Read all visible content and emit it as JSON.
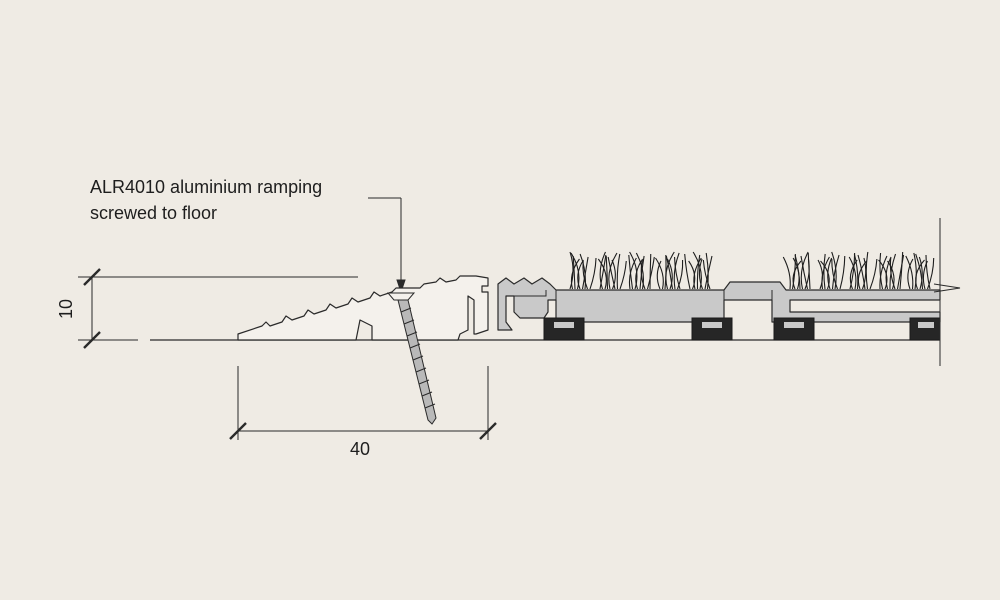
{
  "callout": {
    "line1": "ALR4010 aluminium ramping",
    "line2": "screwed to floor"
  },
  "dimensions": {
    "width_label": "40",
    "height_label": "10"
  },
  "colors": {
    "background": "#efebe4",
    "profile_fill": "#f4f1ec",
    "insert_fill": "#c9c9c9",
    "rubber_fill": "#262626",
    "line": "#2a2a2a"
  }
}
